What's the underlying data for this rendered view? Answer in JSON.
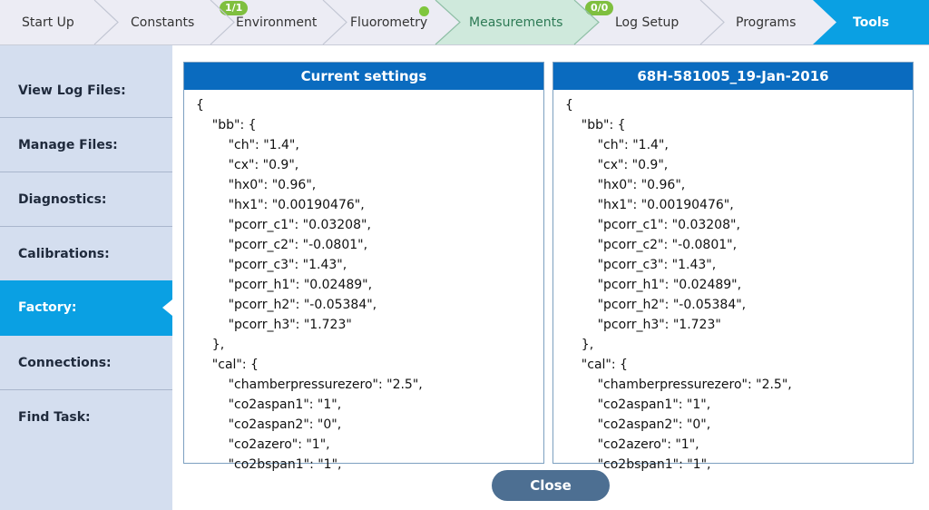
{
  "tabs": [
    {
      "label": "Start Up"
    },
    {
      "label": "Constants"
    },
    {
      "label": "Environment",
      "badge": "1/1"
    },
    {
      "label": "Fluorometry"
    },
    {
      "label": "Measurements",
      "badge": "0/0"
    },
    {
      "label": "Log Setup"
    },
    {
      "label": "Programs"
    },
    {
      "label": "Tools"
    }
  ],
  "colors": {
    "tab_bg": "#ececf4",
    "tab_active": "#cfe9dc",
    "tools_tab": "#0aa0e3",
    "sidebar_bg": "#d4deef",
    "sidebar_active": "#0aa0e3",
    "panel_header": "#0a6bbf",
    "badge": "#7fbf3f",
    "close_button": "#4d6f92"
  },
  "sidebar": {
    "items": [
      {
        "label": "View Log Files:"
      },
      {
        "label": "Manage Files:"
      },
      {
        "label": "Diagnostics:"
      },
      {
        "label": "Calibrations:"
      },
      {
        "label": "Factory:"
      },
      {
        "label": "Connections:"
      },
      {
        "label": "Find Task:"
      }
    ]
  },
  "panels": {
    "left": {
      "title": "Current settings",
      "lines": [
        "{",
        "    \"bb\": {",
        "        \"ch\": \"1.4\",",
        "        \"cx\": \"0.9\",",
        "        \"hx0\": \"0.96\",",
        "        \"hx1\": \"0.00190476\",",
        "        \"pcorr_c1\": \"0.03208\",",
        "        \"pcorr_c2\": \"-0.0801\",",
        "        \"pcorr_c3\": \"1.43\",",
        "        \"pcorr_h1\": \"0.02489\",",
        "        \"pcorr_h2\": \"-0.05384\",",
        "        \"pcorr_h3\": \"1.723\"",
        "    },",
        "    \"cal\": {",
        "        \"chamberpressurezero\": \"2.5\",",
        "        \"co2aspan1\": \"1\",",
        "        \"co2aspan2\": \"0\",",
        "        \"co2azero\": \"1\",",
        "        \"co2bspan1\": \"1\","
      ]
    },
    "right": {
      "title": "68H-581005_19-Jan-2016",
      "lines": [
        "{",
        "    \"bb\": {",
        "        \"ch\": \"1.4\",",
        "        \"cx\": \"0.9\",",
        "        \"hx0\": \"0.96\",",
        "        \"hx1\": \"0.00190476\",",
        "        \"pcorr_c1\": \"0.03208\",",
        "        \"pcorr_c2\": \"-0.0801\",",
        "        \"pcorr_c3\": \"1.43\",",
        "        \"pcorr_h1\": \"0.02489\",",
        "        \"pcorr_h2\": \"-0.05384\",",
        "        \"pcorr_h3\": \"1.723\"",
        "    },",
        "    \"cal\": {",
        "        \"chamberpressurezero\": \"2.5\",",
        "        \"co2aspan1\": \"1\",",
        "        \"co2aspan2\": \"0\",",
        "        \"co2azero\": \"1\",",
        "        \"co2bspan1\": \"1\","
      ]
    }
  },
  "close_label": "Close"
}
